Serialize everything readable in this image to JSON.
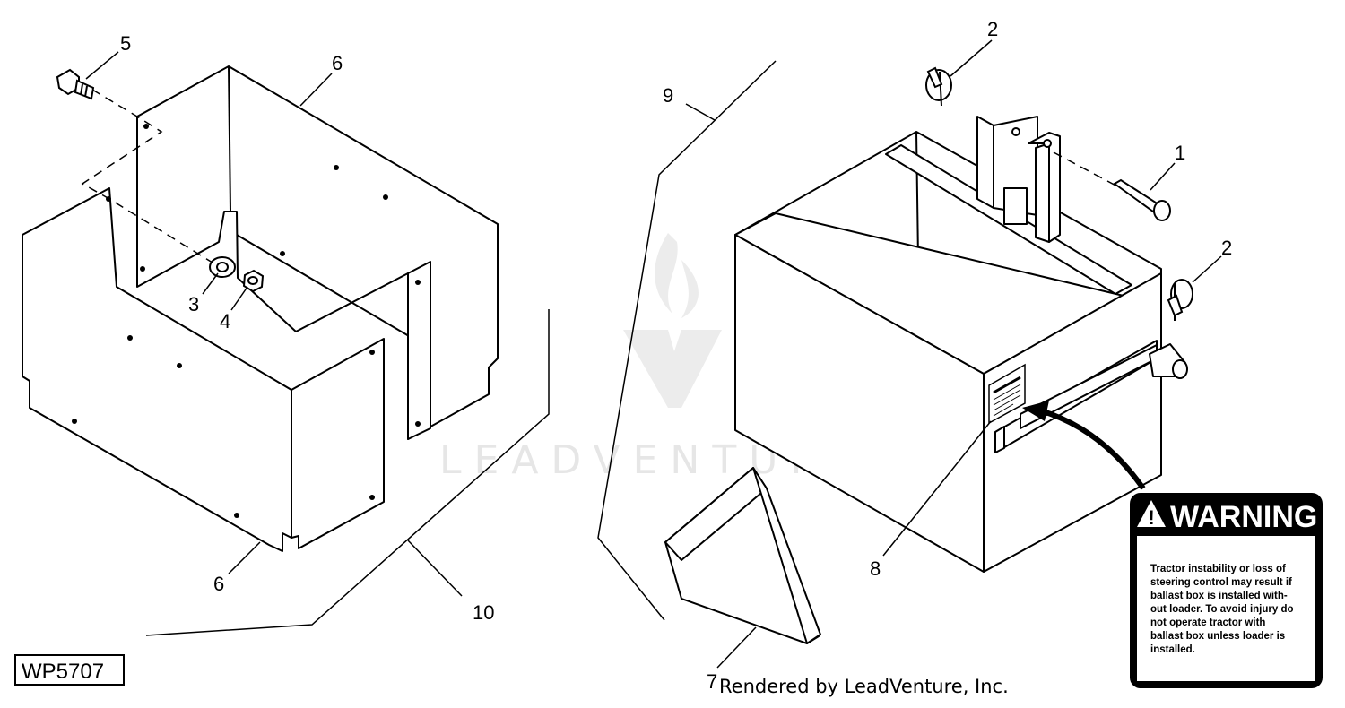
{
  "callouts": {
    "c1": "1",
    "c2a": "2",
    "c2b": "2",
    "c3": "3",
    "c4": "4",
    "c5": "5",
    "c6a": "6",
    "c6b": "6",
    "c7": "7",
    "c8": "8",
    "c9": "9",
    "c10": "10"
  },
  "reference_code": "WP5707",
  "credit": "Rendered by LeadVenture, Inc.",
  "watermark": "LEADVENTURE",
  "warning_label": {
    "title": "WARNING",
    "lines": [
      "Tractor instability or loss of",
      "steering control may result if",
      "ballast box is installed with-",
      "out loader. To avoid injury do",
      "not operate tractor with",
      "ballast box unless loader is",
      "installed."
    ]
  },
  "colors": {
    "ink": "#000000",
    "watermark": "#e6e6e6",
    "background": "#ffffff"
  }
}
